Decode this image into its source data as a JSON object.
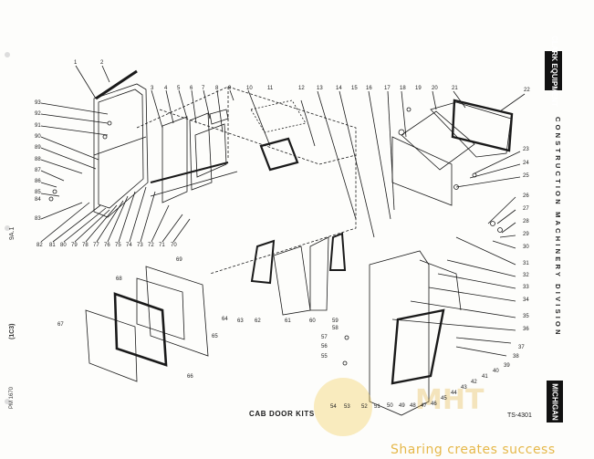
{
  "page": {
    "caption": "CAB DOOR KITS",
    "part_number": "TS-4301",
    "brand_top": "CLARK EQUIPMENT",
    "division": "CONSTRUCTION MACHINERY DIVISION",
    "brand_bottom": "MICHIGAN",
    "left_margin_ref": "9A.1",
    "left_margin_code": "(1C3)",
    "left_margin_date": "PM 1670",
    "watermark": "Sharing creates success"
  },
  "callouts": {
    "top": [
      "1",
      "2",
      "3",
      "4",
      "5",
      "6",
      "7",
      "8",
      "9",
      "10",
      "11",
      "12",
      "13",
      "14",
      "15",
      "16",
      "17",
      "18",
      "19",
      "20",
      "21",
      "22"
    ],
    "left": [
      "93",
      "92",
      "91",
      "90",
      "89",
      "88",
      "87",
      "86",
      "85",
      "84",
      "83"
    ],
    "bottom_row": [
      "82",
      "81",
      "80",
      "79",
      "78",
      "77",
      "76",
      "75",
      "74",
      "73",
      "72",
      "71",
      "70"
    ],
    "right": [
      "23",
      "24",
      "25",
      "26",
      "27",
      "28",
      "29",
      "30",
      "31",
      "32",
      "33",
      "34",
      "35",
      "36",
      "37",
      "38",
      "39",
      "40",
      "41",
      "42",
      "43",
      "44",
      "45",
      "46",
      "47",
      "48",
      "49",
      "50",
      "51",
      "52",
      "53",
      "54"
    ],
    "lower_left": [
      "69",
      "68",
      "67",
      "66",
      "65",
      "64",
      "63",
      "62",
      "61",
      "60",
      "59",
      "58",
      "57",
      "56",
      "55"
    ]
  },
  "colors": {
    "ink": "#1a1a1a",
    "paper": "#fdfdfb",
    "watermark": "#e6b84a"
  }
}
